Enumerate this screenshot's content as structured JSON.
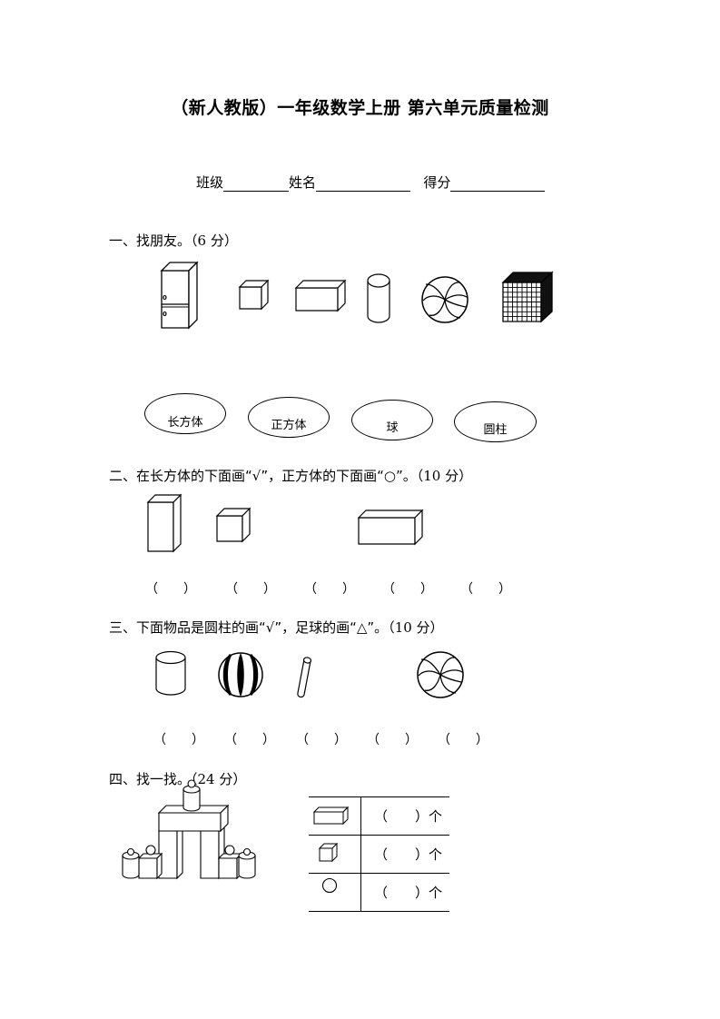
{
  "title": "（新人教版）一年级数学上册  第六单元质量检测",
  "info": {
    "class_label": "班级",
    "name_label": "姓名",
    "score_label": "得分"
  },
  "q1": {
    "heading": "一、找朋友。",
    "points": "（6 分）",
    "fridge_mark_1": "0",
    "fridge_mark_2": "0",
    "ovals": [
      "长方体",
      "正方体",
      "球",
      "圆柱"
    ]
  },
  "q2": {
    "heading": "二、在长方体的下面画“√”，正方体的下面画“○”。",
    "points": "（10 分）",
    "answer_blank": "（　　）"
  },
  "q3": {
    "heading": "三、下面物品是圆柱的画“√”，足球的画“△”。",
    "points": "（10 分）",
    "answer_blank": "（　　）"
  },
  "q4": {
    "heading": "四、找一找。",
    "points": "（24 分）",
    "rows": [
      {
        "shape": "cuboid-icon",
        "answer": "（　　）个"
      },
      {
        "shape": "cube-icon",
        "answer": "（　　）个"
      },
      {
        "shape": "circle-icon",
        "answer": "（　　）个"
      }
    ]
  }
}
